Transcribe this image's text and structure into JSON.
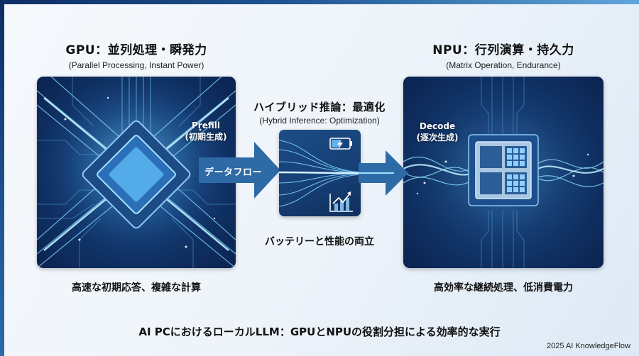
{
  "gpu": {
    "title": "GPU：並列処理・瞬発力",
    "subtitle": "(Parallel Processing, Instant Power)",
    "phase_label_en": "Prefill",
    "phase_label_jp": "(初期生成)",
    "caption": "高速な初期応答、複雑な計算"
  },
  "hybrid": {
    "title": "ハイブリッド推論：最適化",
    "subtitle": "(Hybrid Inference: Optimization)",
    "arrow_label": "データフロー",
    "caption": "バッテリーと性能の両立",
    "icons": [
      "battery-charging-icon",
      "growth-chart-icon"
    ]
  },
  "npu": {
    "title": "NPU：行列演算・持久力",
    "subtitle": "(Matrix Operation, Endurance)",
    "phase_label_en": "Decode",
    "phase_label_jp": "(逐次生成)",
    "caption": "高効率な継続処理、低消費電力"
  },
  "footer": {
    "title": "AI PCにおけるローカルLLM：GPUとNPUの役割分担による効率的な実行",
    "credit": "2025 AI KnowledgeFlow"
  },
  "colors": {
    "accent_dark": "#0d2d63",
    "accent_light": "#5fa6dc",
    "arrow": "#2e6aa6",
    "panel_bg": "#12386e",
    "glow": "#7fd4ff"
  }
}
